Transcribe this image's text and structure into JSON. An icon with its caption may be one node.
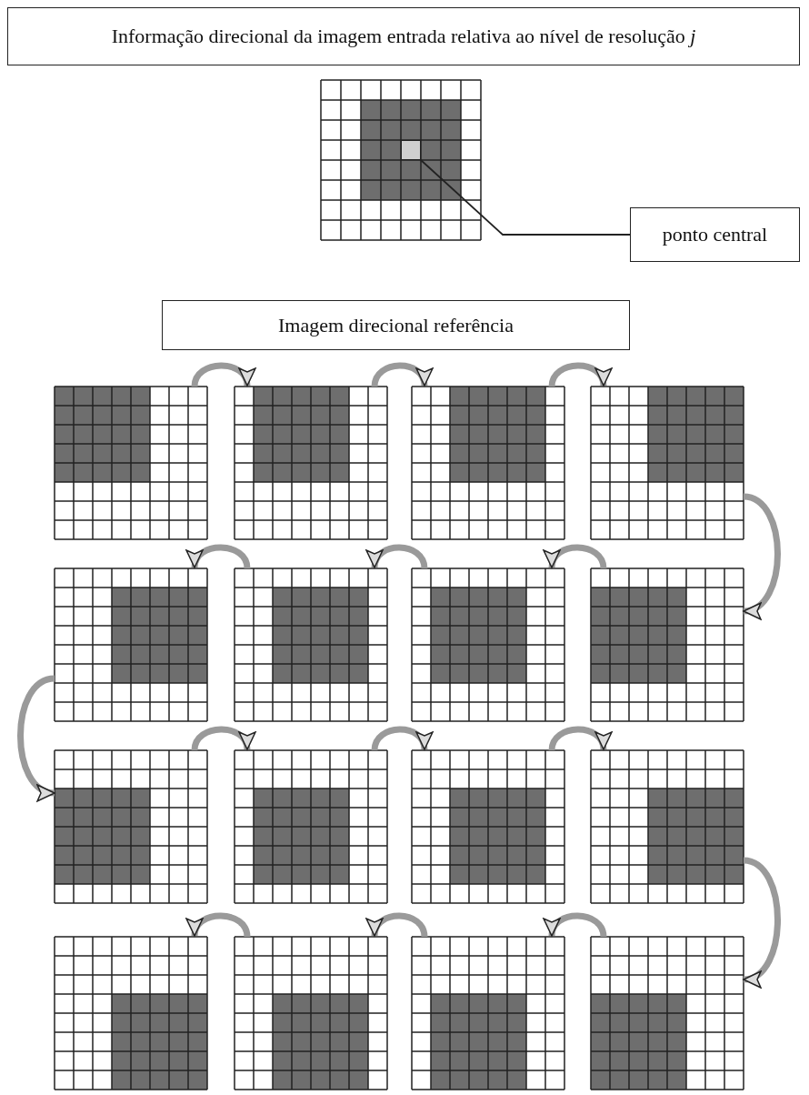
{
  "diagram": {
    "nodes": [
      {
        "text": [
          "Informação direcional da imagem entrada relativa ao nível de resolução *j*"
        ]
      },
      {
        "text": [],
        "shape": "box"
      },
      {
        "text": [],
        "shape": "box",
        "in": 1
      },
      {
        "text": [
          "ponto central"
        ]
      },
      {
        "text": [
          "Imagem direcional referência"
        ]
      },
      {
        "text": [],
        "shape": "box"
      },
      {
        "text": [],
        "shape": "box"
      },
      {
        "text": [],
        "shape": "box"
      },
      {
        "text": [],
        "shape": "box"
      },
      {
        "text": [],
        "shape": "box"
      },
      {
        "text": [],
        "shape": "box"
      },
      {
        "text": [],
        "shape": "box"
      },
      {
        "text": [],
        "shape": "box"
      },
      {
        "text": [],
        "shape": "box"
      },
      {
        "text": [],
        "shape": "box"
      },
      {
        "text": [],
        "shape": "box"
      },
      {
        "text": [],
        "shape": "box"
      },
      {
        "text": [],
        "shape": "box"
      },
      {
        "text": [],
        "shape": "box"
      },
      {
        "text": [],
        "shape": "box"
      },
      {
        "text": [],
        "shape": "box"
      }
    ],
    "edges": [
      {
        "from": 3,
        "to": 2,
        "arrow": "none",
        "color": "#222222"
      },
      {
        "from": 5,
        "to": 6,
        "arrow": "to"
      },
      {
        "from": 6,
        "to": 7,
        "arrow": "to"
      },
      {
        "from": 7,
        "to": 8,
        "arrow": "to"
      },
      {
        "from": 8,
        "to": 12,
        "arrow": "to"
      },
      {
        "from": 12,
        "to": 11,
        "arrow": "to"
      },
      {
        "from": 11,
        "to": 10,
        "arrow": "to"
      },
      {
        "from": 10,
        "to": 9,
        "arrow": "to"
      },
      {
        "from": 9,
        "to": 13,
        "arrow": "to"
      },
      {
        "from": 13,
        "to": 14,
        "arrow": "to"
      },
      {
        "from": 14,
        "to": 15,
        "arrow": "to"
      },
      {
        "from": 15,
        "to": 16,
        "arrow": "to"
      },
      {
        "from": 16,
        "to": 20,
        "arrow": "to"
      },
      {
        "from": 20,
        "to": 19,
        "arrow": "to"
      },
      {
        "from": 19,
        "to": 18,
        "arrow": "to"
      },
      {
        "from": 18,
        "to": 17,
        "arrow": "to"
      }
    ]
  }
}
